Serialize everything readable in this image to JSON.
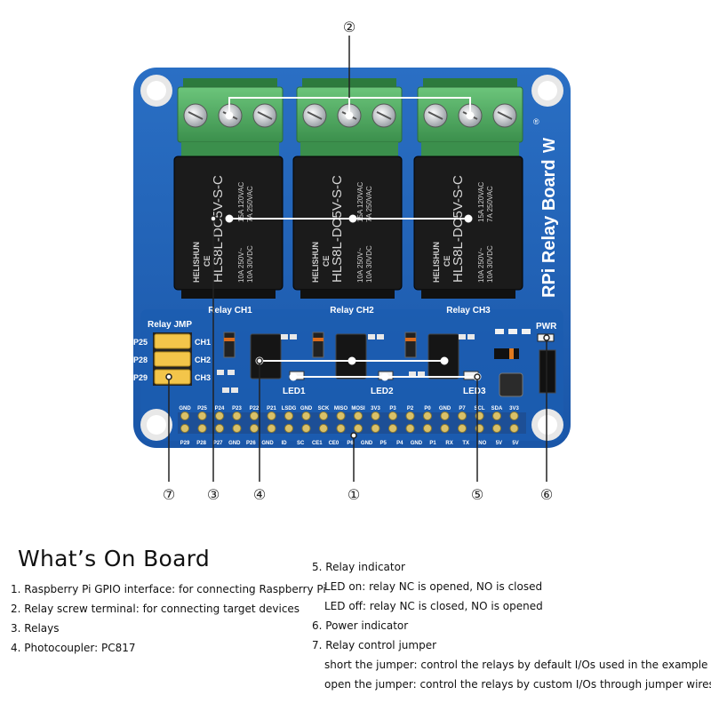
{
  "board": {
    "name": "RPi Relay Board",
    "brand_mark": "W",
    "registered": "®",
    "relay_labels": [
      "Relay CH1",
      "Relay CH2",
      "Relay CH3"
    ],
    "relay_text": {
      "brand": "HELISHUN",
      "model": "HLS8L-DC5V-S-C",
      "rating1": "15A 120VAC",
      "rating2": "7A 250VAC",
      "rating3": "10A 250V~",
      "rating4": "10A 30VDC",
      "marks": "CE"
    },
    "jumper_title": "Relay JMP",
    "jumper_pins": [
      "P25",
      "P28",
      "P29"
    ],
    "jumper_channels": [
      "CH1",
      "CH2",
      "CH3"
    ],
    "led_labels": [
      "LED1",
      "LED2",
      "LED3"
    ],
    "pwr_label": "PWR",
    "header_top": [
      "GND",
      "P25",
      "P24",
      "P23",
      "P22",
      "P21",
      "LSDG",
      "GND",
      "SCK",
      "MISO",
      "MOSI",
      "3V3",
      "P3",
      "P2",
      "P0",
      "GND",
      "P7",
      "SCL",
      "SDA",
      "3V3"
    ],
    "header_bottom": [
      "P29",
      "P28",
      "P27",
      "GND",
      "P26",
      "GND",
      "ID",
      "SC",
      "CE1",
      "CE0",
      "P6",
      "GND",
      "P5",
      "P4",
      "GND",
      "P1",
      "RX",
      "TX",
      "NO",
      "5V",
      "5V"
    ]
  },
  "callouts": [
    "①",
    "②",
    "③",
    "④",
    "⑤",
    "⑥",
    "⑦"
  ],
  "legend": {
    "title": "What’s On Board",
    "left_items": [
      "1. Raspberry Pi GPIO interface: for connecting Raspberry Pi",
      "2. Relay screw terminal: for connecting target devices",
      "3. Relays",
      "4. Photocoupler: PC817"
    ],
    "right_items": [
      "5. Relay indicator",
      "LED on: relay NC is opened, NO is closed",
      "LED off: relay NC is closed, NO is opened",
      "6. Power indicator",
      "7. Relay control jumper",
      "short the jumper: control the relays by default I/Os used in the example code",
      "open the jumper: control the relays by custom I/Os through jumper wires"
    ]
  },
  "colors": {
    "pcb": "#1f5fb4",
    "pcb_dark": "#16478a",
    "terminal": "#49a55a",
    "relay": "#1b1b1b",
    "pointer": "#ffffff",
    "callout_line": "#222222"
  }
}
